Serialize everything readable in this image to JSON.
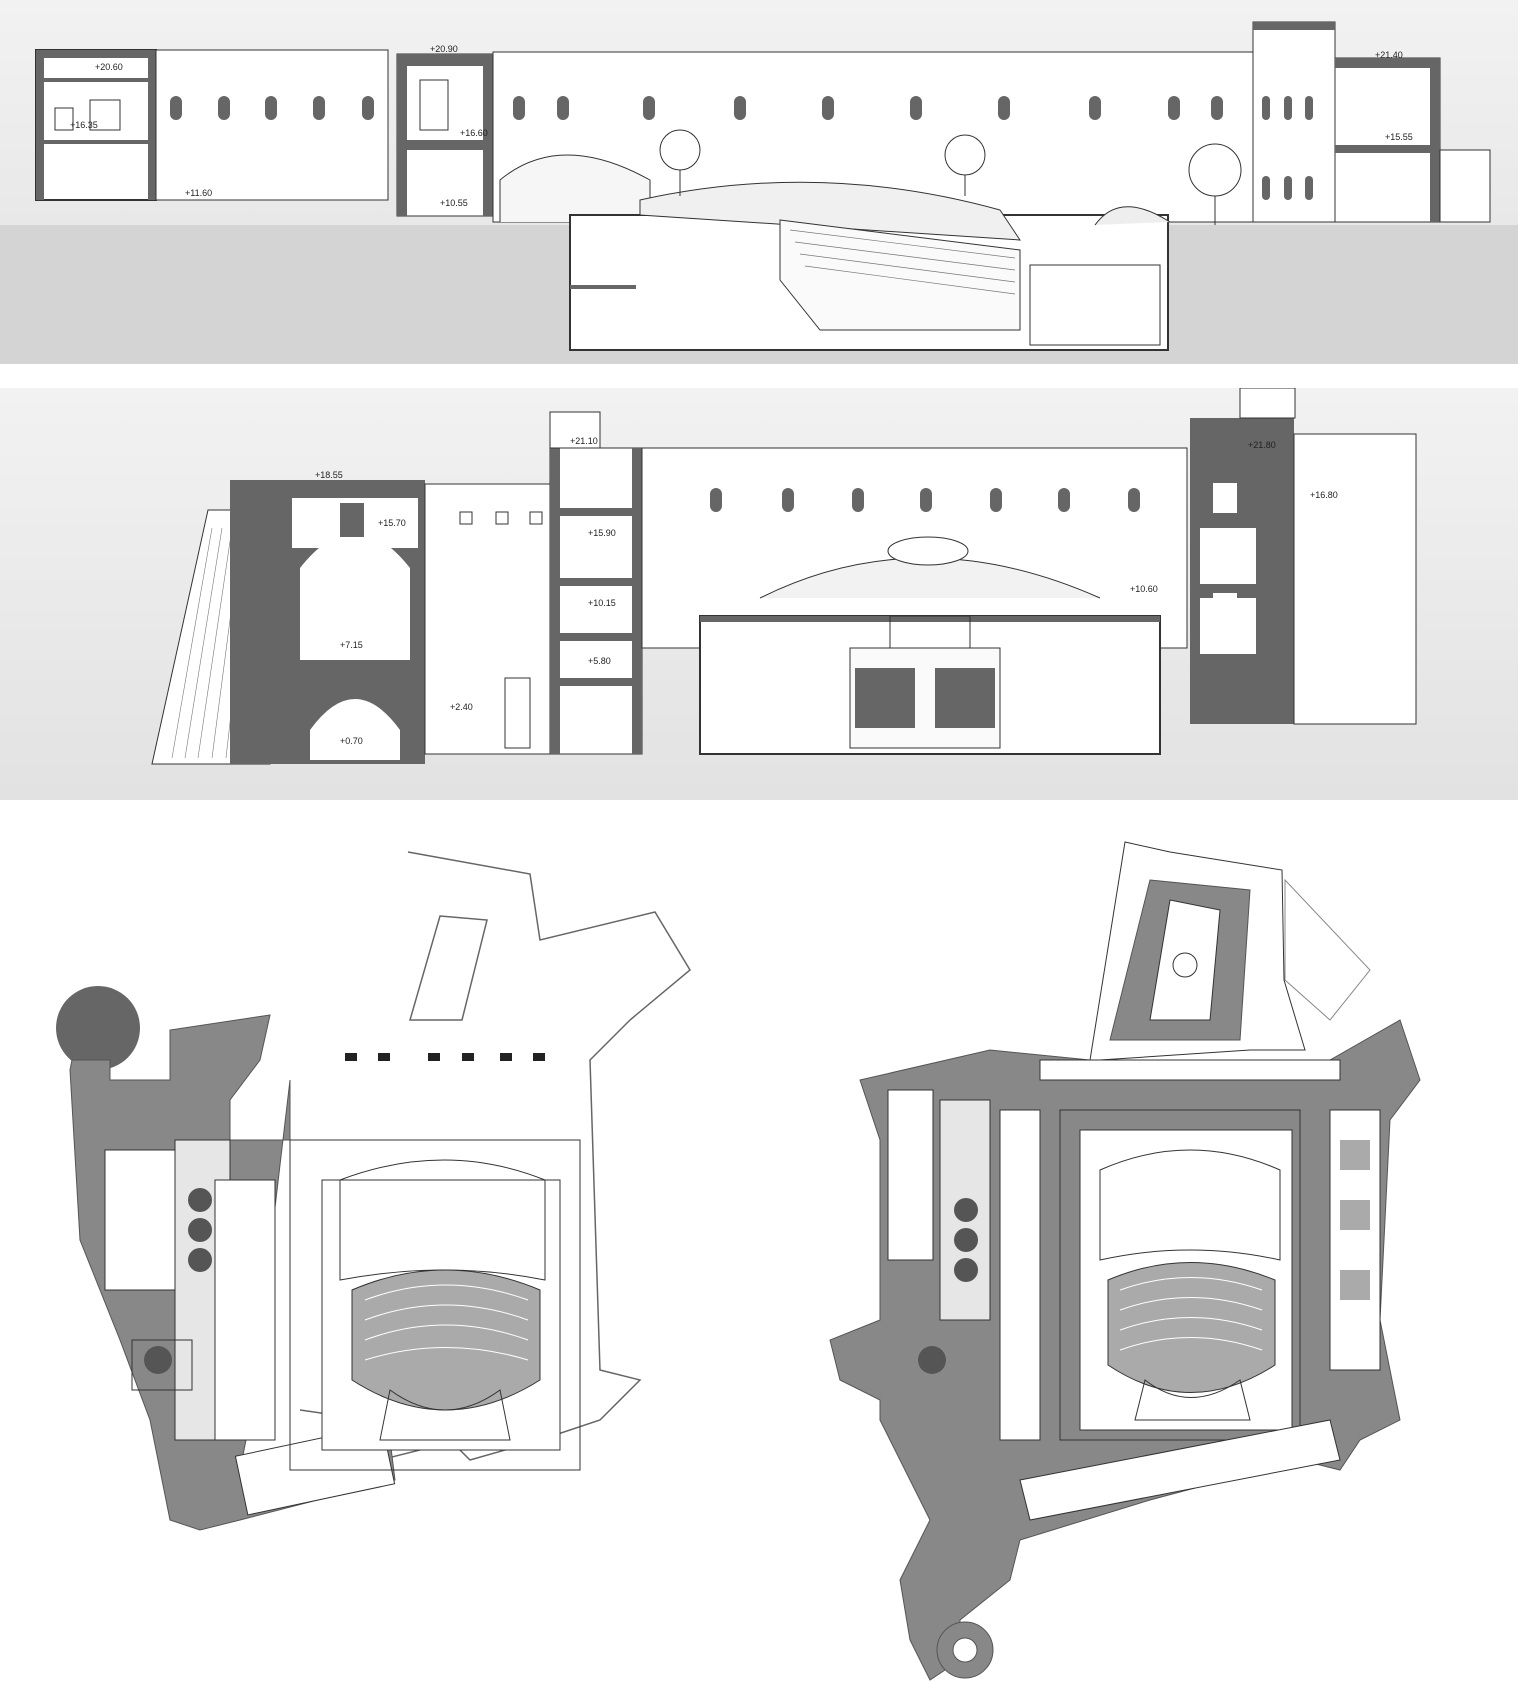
{
  "sections": {
    "upper": {
      "levels": [
        "+20.60",
        "+20.90",
        "+16.60",
        "+11.60",
        "+10.55",
        "+16.35",
        "+21.40",
        "+15.55"
      ]
    },
    "lower": {
      "levels": [
        "+18.55",
        "+15.70",
        "+21.10",
        "+15.90",
        "+10.15",
        "+7.15",
        "+5.80",
        "+2.40",
        "+0.70",
        "+21.80",
        "+16.80",
        "+10.60"
      ]
    }
  },
  "colors": {
    "wall": "#666666",
    "section_bg": "#e6e6e6",
    "line": "#333333",
    "ground": "#d4d4d4"
  }
}
